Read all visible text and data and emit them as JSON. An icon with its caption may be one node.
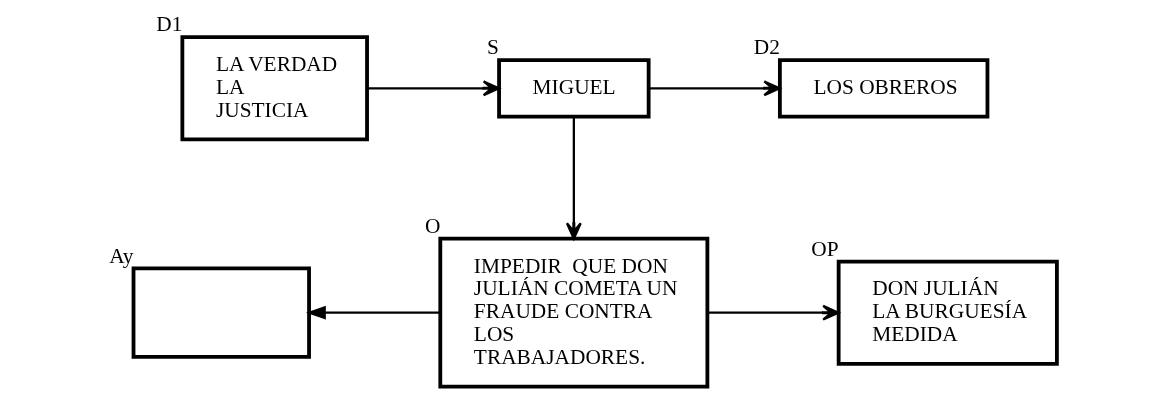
{
  "diagram": {
    "nodes": [
      {
        "text": [
          "LA VERDAD LA JUSTICIA"
        ],
        "beside": [
          "D1"
        ]
      },
      {
        "text": [
          "MIGUEL"
        ],
        "beside": [
          "S"
        ]
      },
      {
        "text": [
          "LOS OBREROS"
        ],
        "beside": [
          "D2"
        ]
      },
      {
        "text": [],
        "shape": "box",
        "beside": [
          "Ay"
        ]
      },
      {
        "text": [
          "IMPEDIR  QUE DON JULIÁN COMETA UN FRAUDE CONTRA LOS TRABAJADORES."
        ],
        "beside": [
          "O"
        ]
      },
      {
        "text": [
          "DON JULIÁN LA BURGUESÍA MEDIDA"
        ],
        "beside": [
          "OP"
        ]
      }
    ],
    "edges": [
      {
        "from": 0,
        "to": 1,
        "arrow": "to"
      },
      {
        "from": 1,
        "to": 2,
        "arrow": "to"
      },
      {
        "from": 1,
        "to": 4,
        "arrow": "to"
      },
      {
        "from": 4,
        "to": 3,
        "arrow": "to"
      },
      {
        "from": 4,
        "to": 5,
        "arrow": "to"
      }
    ]
  }
}
